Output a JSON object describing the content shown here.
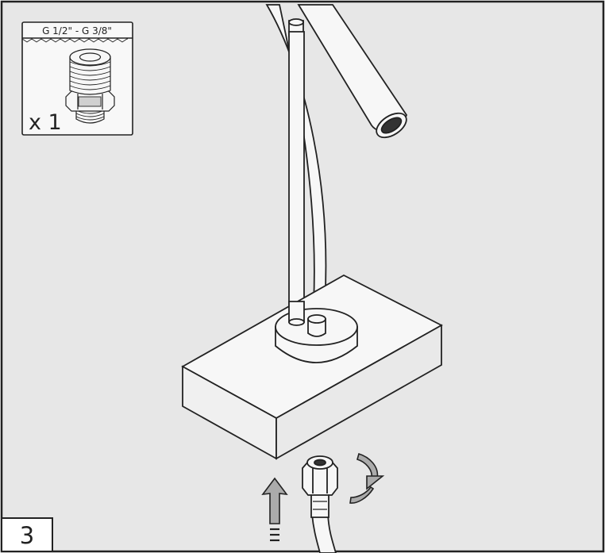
{
  "step": {
    "number": "3"
  },
  "parts_box": {
    "size_label": "G 1/2\" - G 3/8\"",
    "quantity": "x 1",
    "part_icon": "threaded-adapter-icon"
  },
  "colors": {
    "panel_bg": "#e7e7e7",
    "line": "#222222",
    "part_fill": "#f7f7f7",
    "arrow_fill": "#ababab"
  },
  "icons": {
    "up_arrow": "up-arrow-icon",
    "rotate_arrow": "rotate-clockwise-icon",
    "hose": "supply-hose-icon"
  }
}
